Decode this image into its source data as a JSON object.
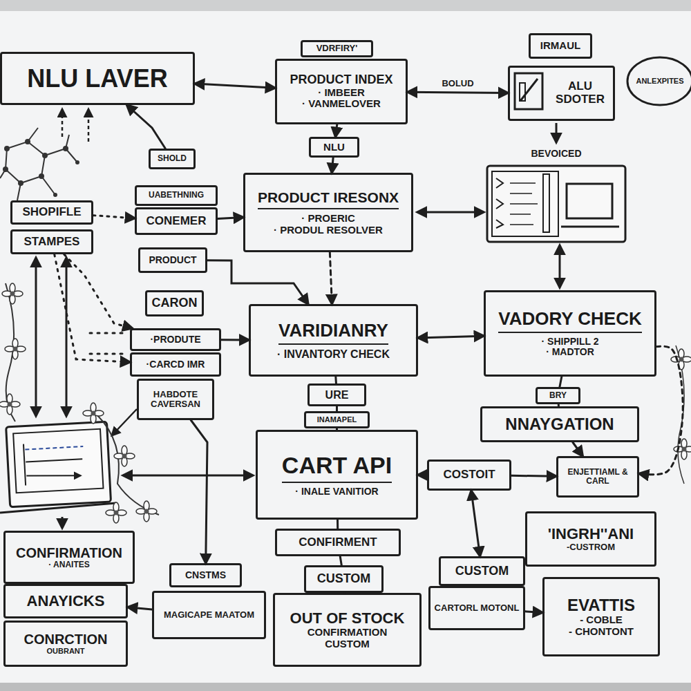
{
  "diagram": {
    "nodes": [
      {
        "text": [
          "VDRFIRY'"
        ]
      },
      {
        "text": [
          "IRMAUL"
        ]
      },
      {
        "text": [
          "NLU LAVER"
        ]
      },
      {
        "text": [
          "PRODUCT INDEX",
          "· IMBEER",
          "· VANMELOVER"
        ]
      },
      {
        "text": [
          "ALU SDOTER"
        ]
      },
      {
        "text": [
          "ANLEXPITES"
        ]
      },
      {
        "text": [
          "SHOLD"
        ]
      },
      {
        "text": [
          "NLU"
        ]
      },
      {
        "text": [
          "UABETHNING"
        ]
      },
      {
        "text": [
          "SHOPIFLE"
        ]
      },
      {
        "text": [
          "PRODUCT IRESONX",
          "· PROERIC",
          "· PRODUL RESOLVER"
        ]
      },
      {
        "text": [
          "CONEMER"
        ]
      },
      {
        "text": [
          "STAMPES"
        ]
      },
      {
        "text": [
          "PRODUCT"
        ]
      },
      {
        "text": [
          "CARON"
        ]
      },
      {
        "text": [
          "VARIDIANRY",
          "· INVANTORY CHECK"
        ]
      },
      {
        "text": [
          "VADORY CHECK",
          "· SHIPPILL 2",
          "· MADTOR"
        ]
      },
      {
        "text": [
          "·PRODUTE"
        ]
      },
      {
        "text": [
          "·CARCD IMR"
        ]
      },
      {
        "text": [
          "HABDOTE CAVERSAN"
        ]
      },
      {
        "text": [
          "URE"
        ]
      },
      {
        "text": [
          "BRY"
        ]
      },
      {
        "text": [
          "NNAYGATION"
        ]
      },
      {
        "text": [
          "INAMAPEL"
        ]
      },
      {
        "text": [
          "CART API",
          "· INALE VANITIOR"
        ]
      },
      {
        "text": [
          "COSTOIT"
        ]
      },
      {
        "text": [
          "ENJETTIAML & CARL"
        ]
      },
      {
        "text": [
          "'INGRH''ANI",
          "-CUSTROM"
        ]
      },
      {
        "text": [
          "CONFIRMENT"
        ]
      },
      {
        "text": [
          "CONFIRMATION",
          "· ANAITES"
        ]
      },
      {
        "text": [
          "CUSTOM"
        ]
      },
      {
        "text": [
          "CNSTMS"
        ]
      },
      {
        "text": [
          "CUSTOM"
        ]
      },
      {
        "text": [
          "ANAYICKS"
        ]
      },
      {
        "text": [
          "EVATTIS",
          "- COBLE",
          "- CHONTONT"
        ]
      },
      {
        "text": [
          "CARTORL MOTONL"
        ]
      },
      {
        "text": [
          "MAGICAPE MAATOM"
        ]
      },
      {
        "text": [
          "OUT OF STOCK",
          "CONFIRMATION",
          "CUSTOM"
        ]
      },
      {
        "text": [
          "CONRCTION",
          "OUBRANT"
        ]
      }
    ],
    "edges": [
      {
        "from": 2,
        "to": 3,
        "arrow": "both"
      },
      {
        "from": 3,
        "to": 4,
        "label": "BOLUD",
        "arrow": "both"
      },
      {
        "from": 3,
        "to": 7,
        "arrow": "to"
      },
      {
        "from": 7,
        "to": 10,
        "arrow": "to"
      },
      {
        "from": 6,
        "to": 2,
        "arrow": "to"
      },
      {
        "from": 9,
        "to": 11,
        "arrow": "to"
      },
      {
        "from": 11,
        "to": 10,
        "arrow": "to"
      },
      {
        "from": 13,
        "to": 15,
        "arrow": "to"
      },
      {
        "from": 10,
        "to": 15,
        "arrow": "to"
      },
      {
        "from": 12,
        "to": 17,
        "arrow": "to"
      },
      {
        "from": 12,
        "to": 18,
        "arrow": "to"
      },
      {
        "from": 17,
        "to": 15,
        "arrow": "to"
      },
      {
        "from": 15,
        "to": 16,
        "arrow": "both"
      },
      {
        "from": 15,
        "to": 20,
        "arrow": "none"
      },
      {
        "from": 20,
        "to": 23,
        "arrow": "none"
      },
      {
        "from": 23,
        "to": 24,
        "arrow": "none"
      },
      {
        "from": 16,
        "to": 21,
        "arrow": "none"
      },
      {
        "from": 21,
        "to": 22,
        "arrow": "none"
      },
      {
        "from": 22,
        "to": 26,
        "arrow": "to"
      },
      {
        "from": 16,
        "to": 26,
        "arrow": "to"
      },
      {
        "from": 25,
        "to": 24,
        "arrow": "to"
      },
      {
        "from": 25,
        "to": 26,
        "arrow": "to"
      },
      {
        "from": 25,
        "to": 30,
        "arrow": "both"
      },
      {
        "from": 35,
        "to": 34,
        "arrow": "to"
      },
      {
        "from": 24,
        "to": 28,
        "arrow": "none"
      },
      {
        "from": 28,
        "to": 32,
        "arrow": "none"
      },
      {
        "from": 32,
        "to": 37,
        "arrow": "none"
      },
      {
        "from": 19,
        "to": 31,
        "arrow": "to"
      },
      {
        "from": 36,
        "to": 33,
        "arrow": "to"
      }
    ],
    "labels": [
      "BEVOICED"
    ]
  }
}
